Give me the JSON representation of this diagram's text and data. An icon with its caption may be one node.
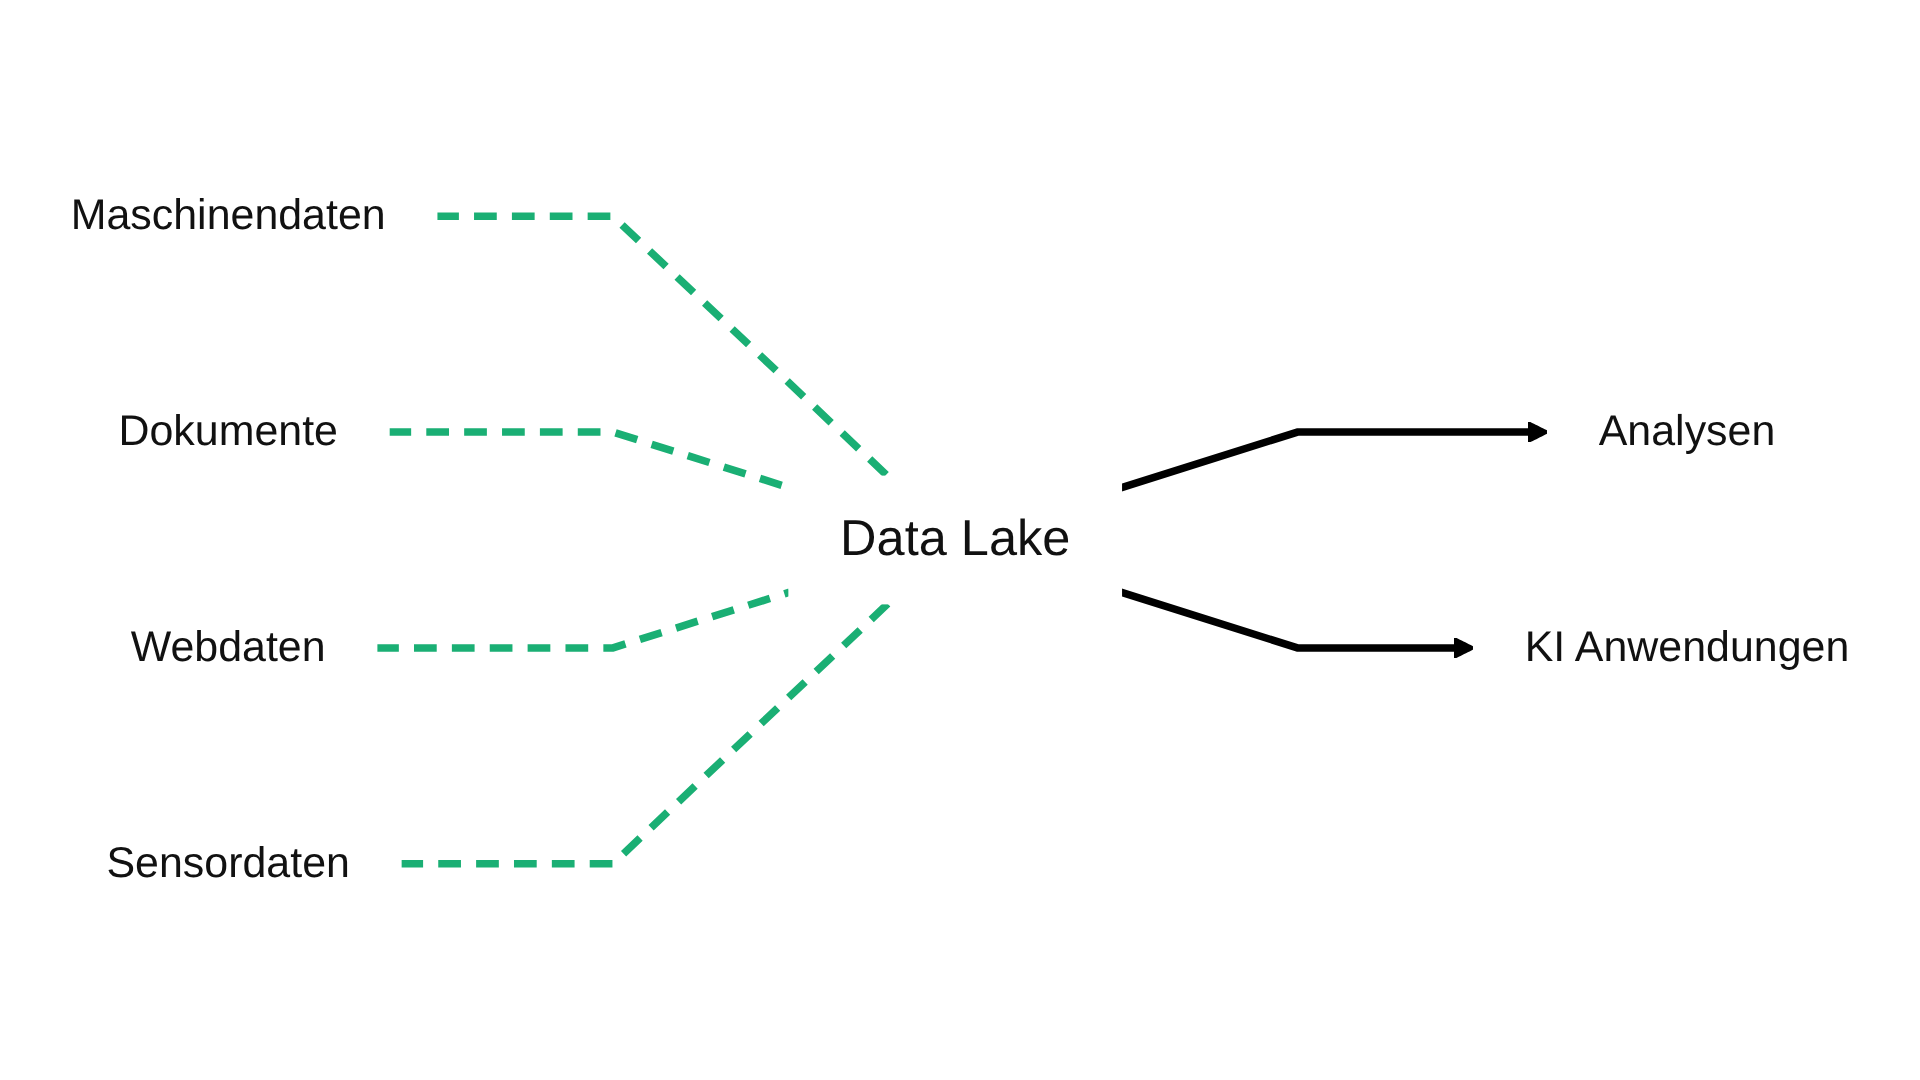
{
  "diagram": {
    "nodes": [
      {
        "text": [
          "Maschinendaten"
        ]
      },
      {
        "text": [
          "Dokumente"
        ]
      },
      {
        "text": [
          "Webdaten"
        ]
      },
      {
        "text": [
          "Sensordaten"
        ]
      },
      {
        "text": [
          "Data Lake"
        ]
      },
      {
        "text": [
          "Analysen"
        ]
      },
      {
        "text": [
          "KI Anwendungen"
        ]
      }
    ],
    "edges": [
      {
        "from": 0,
        "to": 4,
        "arrow": "none",
        "style": "dashed",
        "color": "#1aaf74"
      },
      {
        "from": 1,
        "to": 4,
        "arrow": "none",
        "style": "dashed",
        "color": "#1aaf74"
      },
      {
        "from": 2,
        "to": 4,
        "arrow": "none",
        "style": "dashed",
        "color": "#1aaf74"
      },
      {
        "from": 3,
        "to": 4,
        "arrow": "none",
        "style": "dashed",
        "color": "#1aaf74"
      },
      {
        "from": 4,
        "to": 5,
        "arrow": "to",
        "color": "#000000"
      },
      {
        "from": 4,
        "to": 6,
        "arrow": "to",
        "color": "#000000"
      }
    ]
  }
}
